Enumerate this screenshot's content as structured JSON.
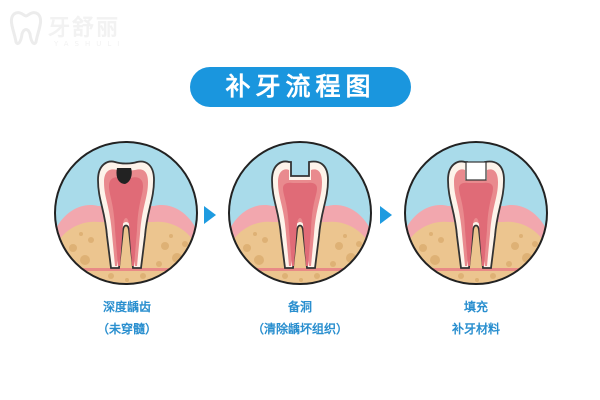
{
  "watermark": {
    "name": "牙舒丽",
    "sub": "YASHULI"
  },
  "title": "补牙流程图",
  "colors": {
    "accent": "#1a96de",
    "caption": "#2a8fcf",
    "sky": "#a9dbea",
    "gum": "#f2a7ae",
    "bone": "#ecc58f",
    "pulp": "#e06b77",
    "enamel": "#fdf3ea"
  },
  "steps": [
    {
      "line1": "深度龋齿",
      "line2": "（未穿髓）",
      "state": "decay"
    },
    {
      "line1": "备洞",
      "line2": "（清除龋坏组织）",
      "state": "cavity"
    },
    {
      "line1": "填充",
      "line2": "补牙材料",
      "state": "filled"
    }
  ]
}
